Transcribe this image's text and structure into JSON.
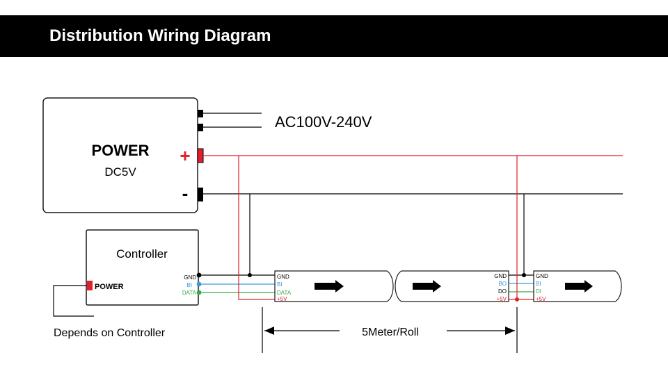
{
  "header": {
    "title": "Distribution Wiring Diagram"
  },
  "power_supply": {
    "title": "POWER",
    "subtitle": "DC5V",
    "plus_label": "+",
    "minus_label": "-",
    "ac_input_label": "AC100V-240V"
  },
  "controller": {
    "title": "Controller",
    "power_label": "POWER",
    "pins": [
      "GND",
      "BI",
      "DATA"
    ],
    "note": "Depends on Controller"
  },
  "strip_1": {
    "pins": [
      "GND",
      "BI",
      "DATA",
      "+5V"
    ]
  },
  "strip_2": {
    "pins": [
      "GND",
      "BO",
      "DO",
      "+5V"
    ]
  },
  "strip_3": {
    "pins": [
      "GND",
      "BI",
      "DI",
      "+5V"
    ]
  },
  "dimension": {
    "label": "5Meter/Roll"
  },
  "colors": {
    "header_bg": "#000000",
    "positive_wire": "#e0202a",
    "ground_wire": "#000000",
    "bi_wire": "#3a9ad9",
    "data_wire": "#3aa845"
  }
}
